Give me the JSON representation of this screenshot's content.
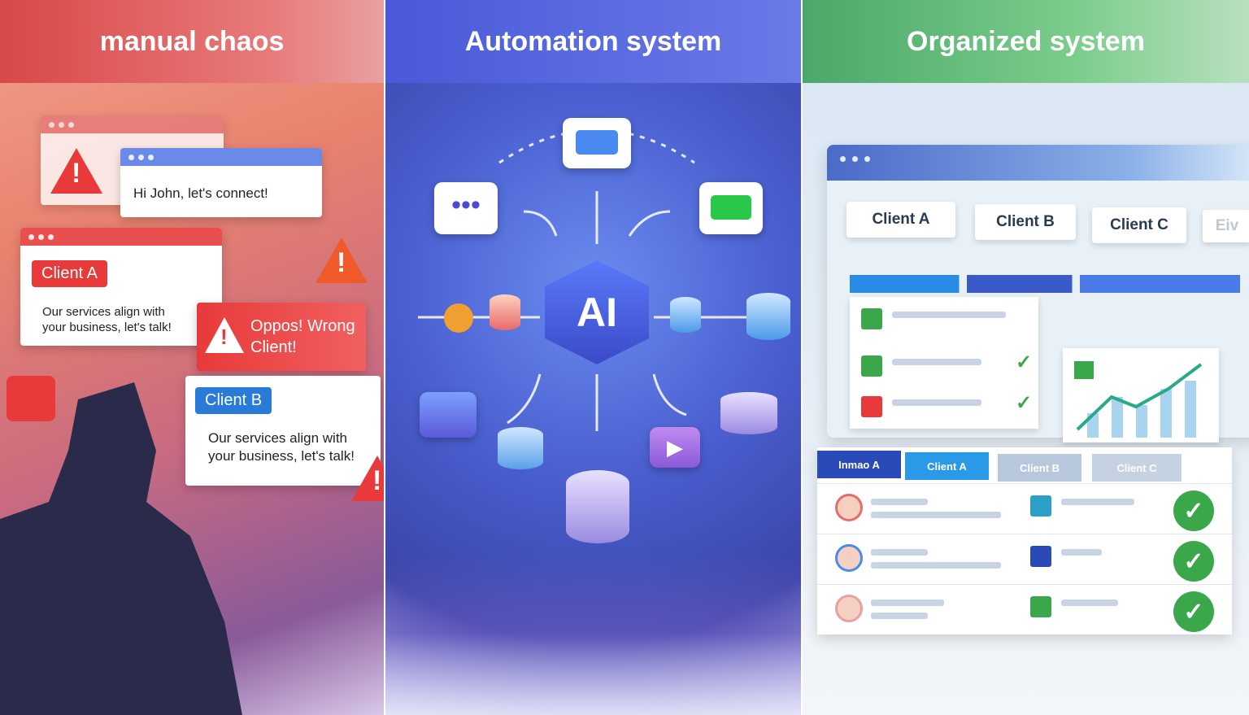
{
  "panels": {
    "left": {
      "title": "manual chaos",
      "message_1": "Hi John, let's connect!",
      "client_a_tag": "Client A",
      "client_a_text": "Our services align with your business, let's talk!",
      "error_text": "Oppos! Wrong Client!",
      "client_b_tag": "Client B",
      "client_b_text": "Our services align with your business, let's talk!"
    },
    "middle": {
      "title": "Automation system",
      "hub_label": "AI"
    },
    "right": {
      "title": "Organized system",
      "top_tabs": [
        "Client A",
        "Client B",
        "Client C",
        "Eiv"
      ],
      "bottom_tabs": [
        "Inmao A",
        "Client A",
        "Client B",
        "Client C"
      ]
    }
  },
  "colors": {
    "red": "#e83a3a",
    "blue": "#4a5ad8",
    "green": "#3aa84a"
  }
}
